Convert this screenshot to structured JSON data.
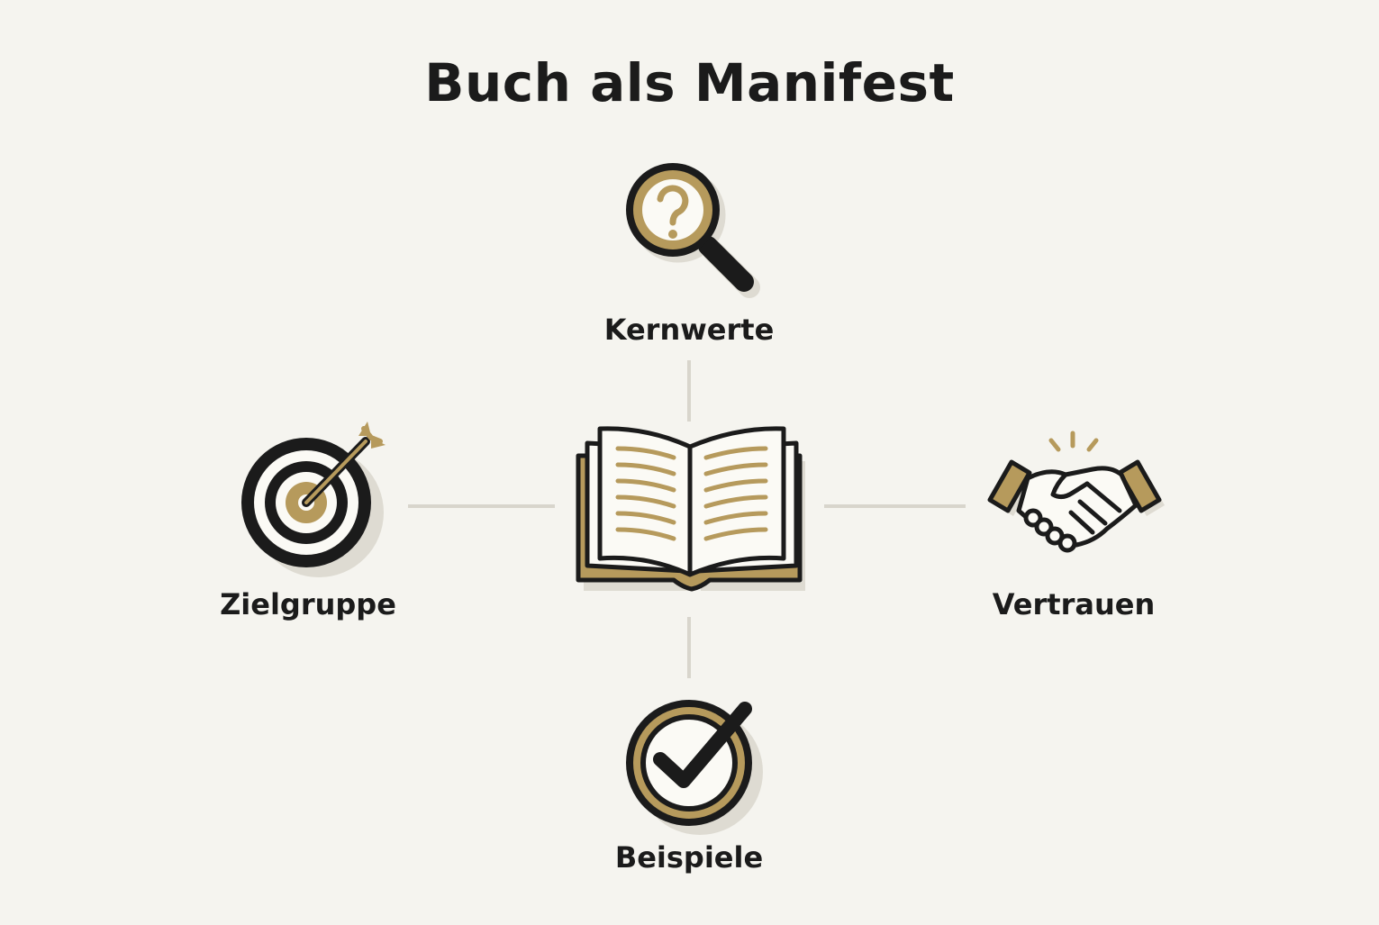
{
  "title": "Buch als Manifest",
  "center": {
    "icon": "open-book-icon"
  },
  "nodes": {
    "top": {
      "label": "Kernwerte",
      "icon": "magnifier-question-icon"
    },
    "left": {
      "label": "Zielgruppe",
      "icon": "target-arrow-icon"
    },
    "right": {
      "label": "Vertrauen",
      "icon": "handshake-icon"
    },
    "bottom": {
      "label": "Beispiele",
      "icon": "checkmark-circle-icon"
    }
  },
  "colors": {
    "background": "#f5f4ef",
    "ink": "#1b1b1b",
    "gold": "#b69a5c",
    "paper": "#fbfaf5",
    "shadow": "#dedbd2",
    "connector": "#d8d5cc"
  }
}
